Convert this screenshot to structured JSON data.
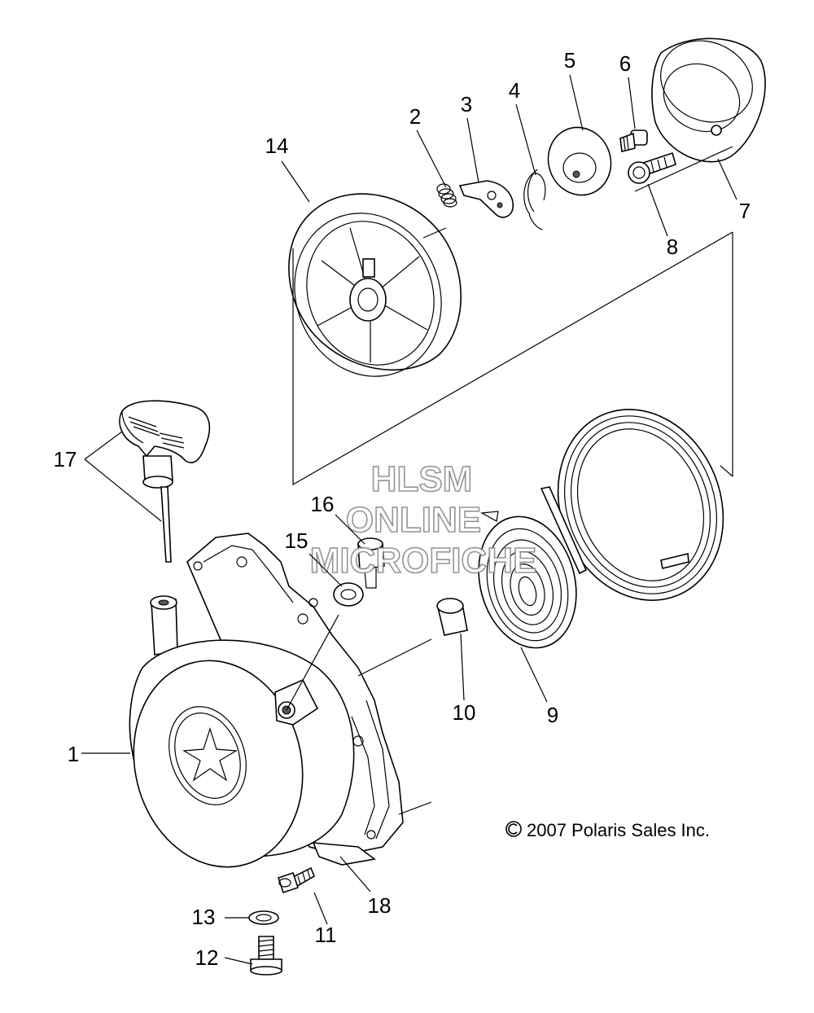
{
  "diagram": {
    "callouts": [
      {
        "id": "1",
        "label": "1"
      },
      {
        "id": "2",
        "label": "2"
      },
      {
        "id": "3",
        "label": "3"
      },
      {
        "id": "4",
        "label": "4"
      },
      {
        "id": "5",
        "label": "5"
      },
      {
        "id": "6",
        "label": "6"
      },
      {
        "id": "7",
        "label": "7"
      },
      {
        "id": "8",
        "label": "8"
      },
      {
        "id": "9",
        "label": "9"
      },
      {
        "id": "10",
        "label": "10"
      },
      {
        "id": "11",
        "label": "11"
      },
      {
        "id": "12",
        "label": "12"
      },
      {
        "id": "13",
        "label": "13"
      },
      {
        "id": "14",
        "label": "14"
      },
      {
        "id": "15",
        "label": "15"
      },
      {
        "id": "16",
        "label": "16"
      },
      {
        "id": "17",
        "label": "17"
      },
      {
        "id": "18",
        "label": "18"
      }
    ],
    "copyright": "2007 Polaris Sales Inc.",
    "watermark": {
      "line1": "HLSM",
      "line2": "ONLINE",
      "line3": "MICROFICHE"
    }
  }
}
